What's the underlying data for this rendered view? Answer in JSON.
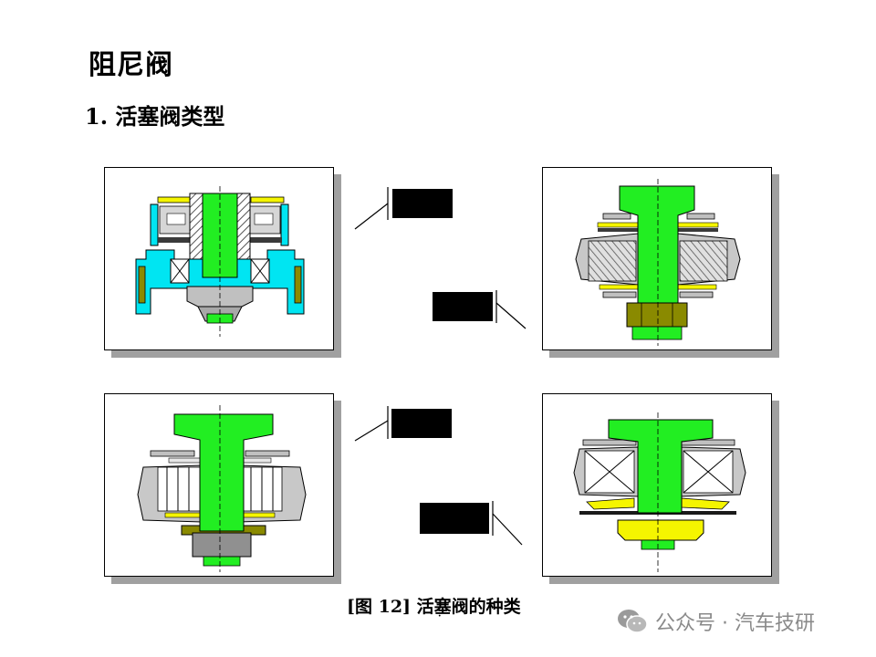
{
  "heading": {
    "title": "阻尼阀",
    "subtitle": "1.  活塞阀类型"
  },
  "caption": "[图 12] 活塞阀的种类",
  "caption_dot": "·",
  "watermark": {
    "text": "公众号 · 汽车技研",
    "icon": "wechat-bubble-icon"
  },
  "colors": {
    "rod_green": "#22ee22",
    "housing_cyan": "#00e5f2",
    "olive": "#8a8a00",
    "yellow": "#f5f500",
    "gray": "#c0c0c0",
    "dark_gray": "#808080",
    "label_box": "#000000",
    "shadow": "#a0a0a0"
  }
}
